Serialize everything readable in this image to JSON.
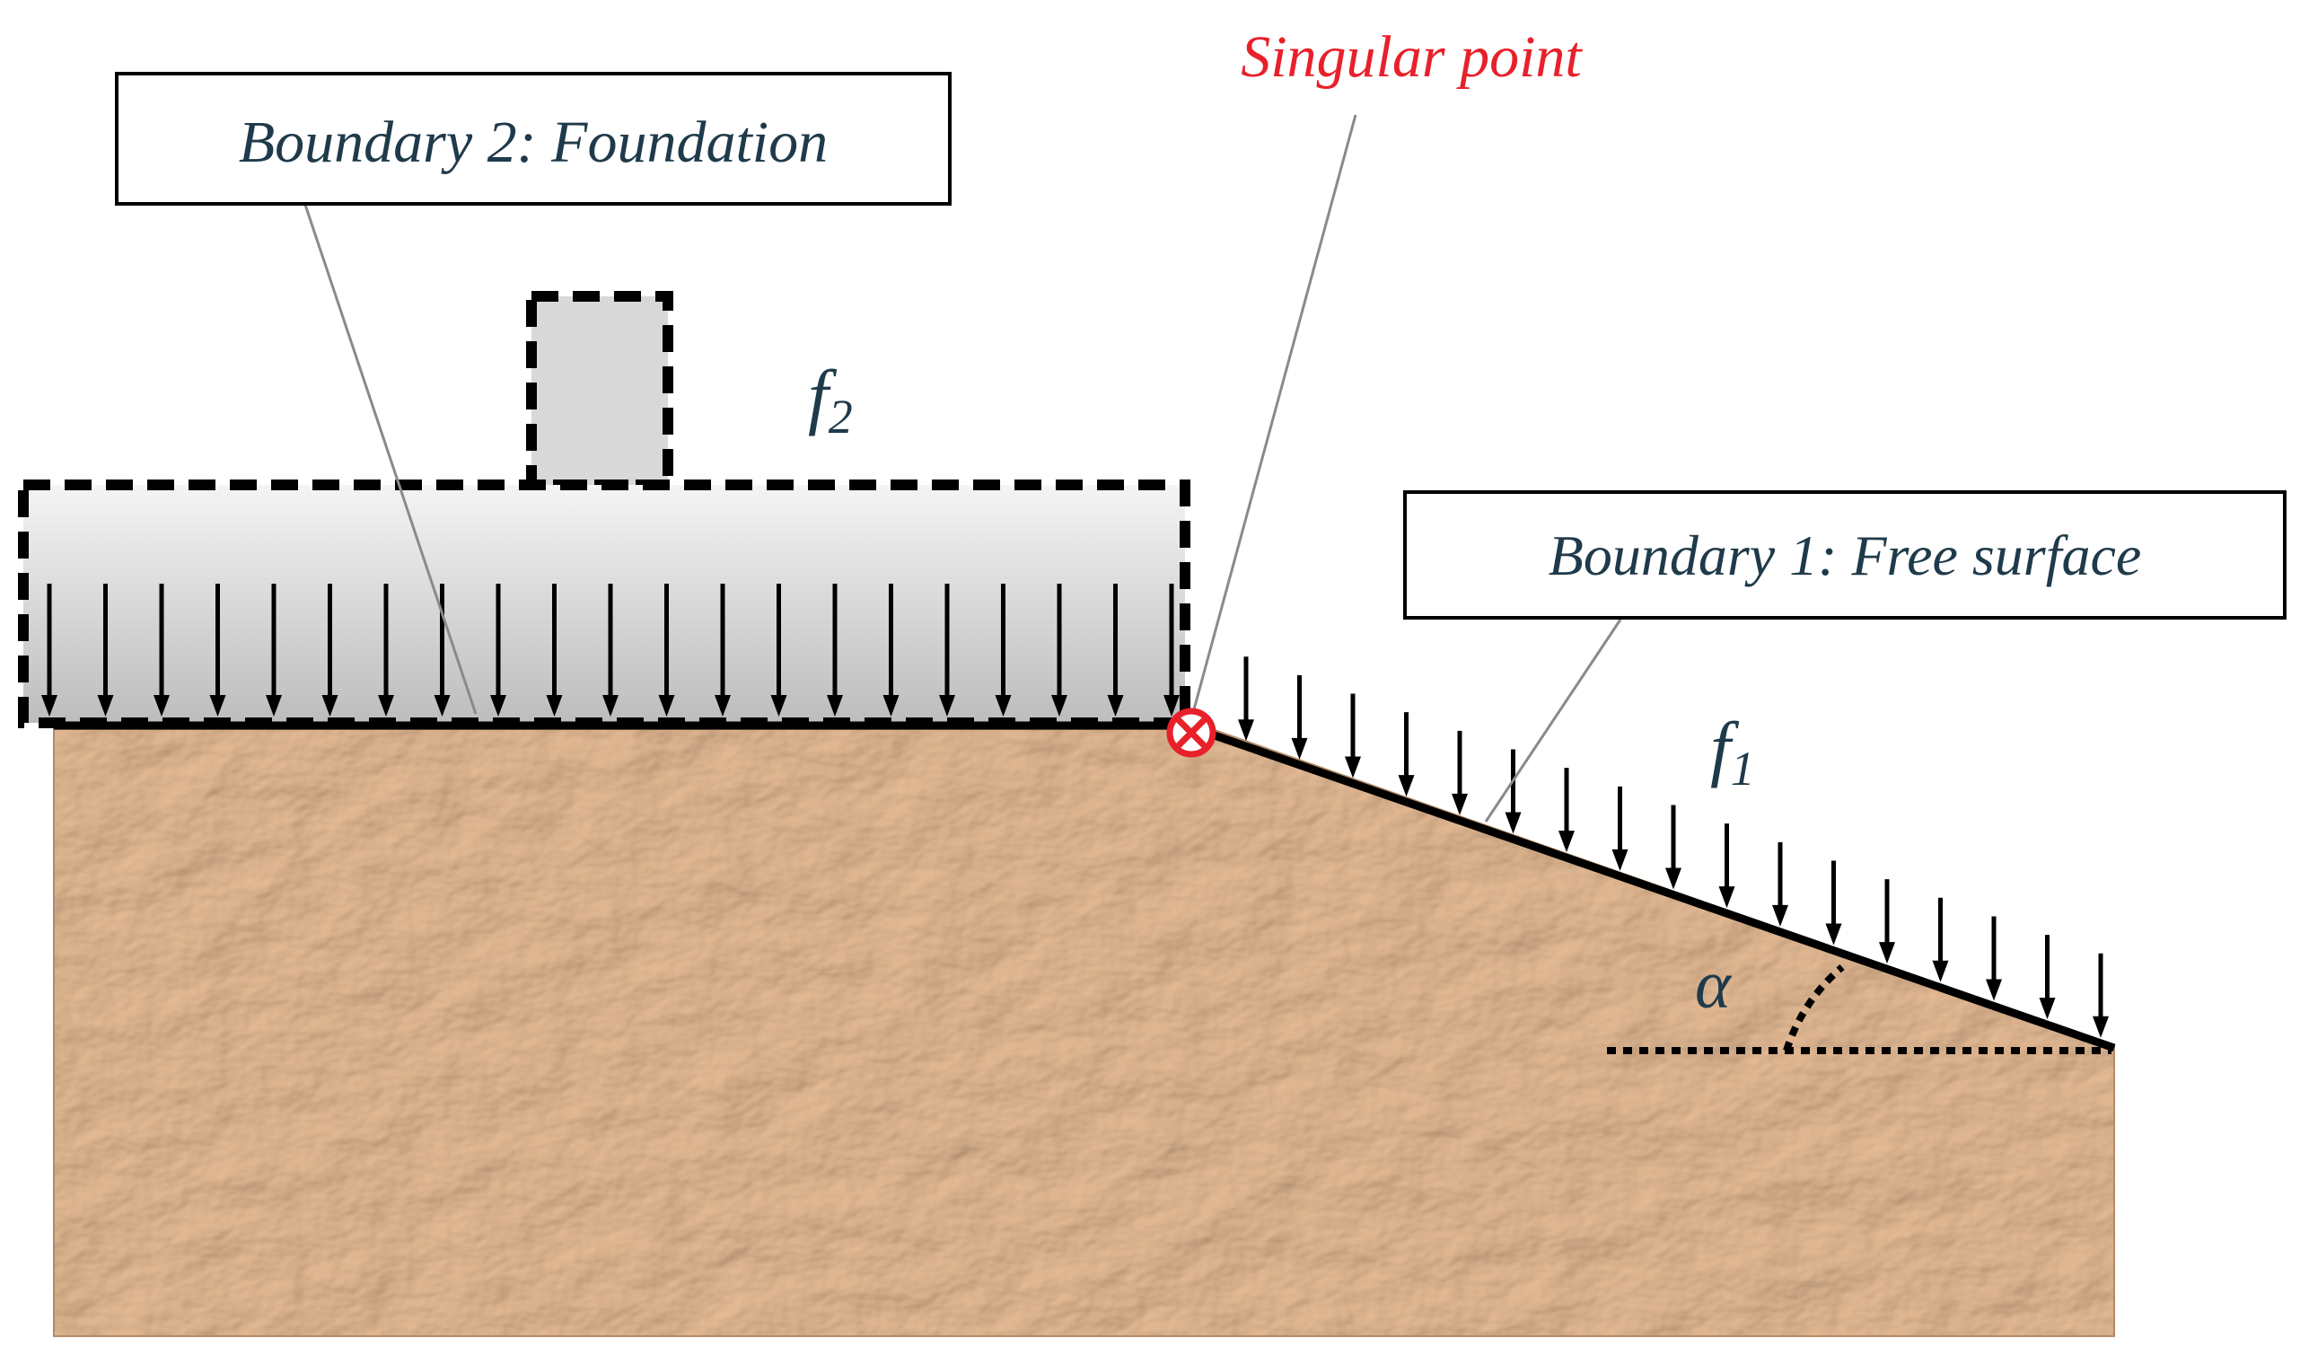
{
  "labels": {
    "singular_point": "Singular point",
    "boundary2": "Boundary 2: Foundation",
    "boundary1": "Boundary 1: Free surface",
    "f2_main": "f",
    "f2_sub": "2",
    "f1_main": "f",
    "f1_sub": "1",
    "alpha": "α"
  },
  "colors": {
    "soil": "#d9aa82",
    "soil_dark": "#b98258",
    "foundation_top": "#f2f2f2",
    "foundation_bottom": "#c4c4c4",
    "singular": "#e8202a",
    "text": "#1f3a4a",
    "line": "#000000",
    "leader": "#8a8a8a"
  },
  "icons": {
    "singular_marker": "circled-times-icon"
  }
}
